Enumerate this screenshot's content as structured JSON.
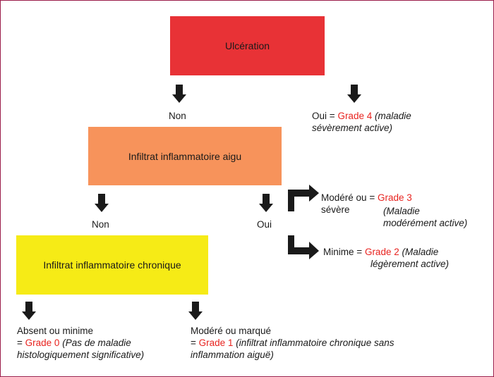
{
  "colors": {
    "ulceration_box": "#e83236",
    "aigu_box": "#f7935b",
    "chronique_box": "#f6eb16",
    "grade_text": "#e8231f",
    "arrow": "#1a1a1a",
    "border": "#9b1c4a"
  },
  "nodes": {
    "ulceration": "Ulcération",
    "aigu": "Infiltrat inflammatoire aigu",
    "chronique": "Infiltrat inflammatoire chronique"
  },
  "branches": {
    "ulc_non": "Non",
    "ulc_oui": "Oui",
    "aigu_non": "Non",
    "aigu_oui": "Oui",
    "modere_severe_line1": "Modéré ou",
    "modere_severe_line2": "sévère",
    "minime": "Minime",
    "absent_minime": "Absent ou minime",
    "modere_marque": "Modéré ou marqué"
  },
  "grades": {
    "equals": "=",
    "grade4": "Grade 4",
    "grade4_desc1": "(maladie",
    "grade4_desc2": "sévèrement active)",
    "grade3": "Grade 3",
    "grade3_desc1": "(Maladie",
    "grade3_desc2": "modérément active)",
    "grade2": "Grade 2",
    "grade2_desc1": "(Maladie",
    "grade2_desc2": "légèrement active)",
    "grade0": "Grade 0",
    "grade0_desc1": "(Pas de maladie",
    "grade0_desc2": "histologiquement significative)",
    "grade1": "Grade 1",
    "grade1_desc1": "(infiltrat inflammatoire chronique sans",
    "grade1_desc2": "inflammation aiguë)"
  }
}
